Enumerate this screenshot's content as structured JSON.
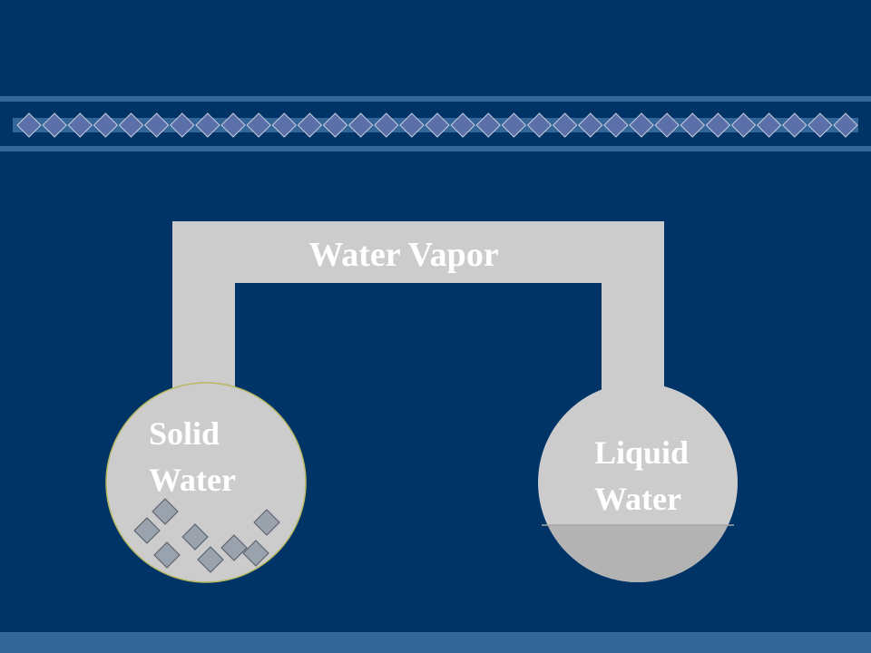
{
  "diagram": {
    "tube_label": "Water Vapor",
    "left_flask": {
      "label_line1": "Solid",
      "label_line2": "Water",
      "ice_cube_count": 8
    },
    "right_flask": {
      "label_line1": "Liquid",
      "label_line2": "Water"
    }
  },
  "colors": {
    "background": "#013466",
    "stripe": "#336699",
    "diamond": "#5b6fa8",
    "diamond_outline": "#c8cce0",
    "glass": "#cccccc",
    "liquid": "#b3b3b3",
    "ice_cube": "#9aa3ad",
    "text": "#ffffff"
  }
}
